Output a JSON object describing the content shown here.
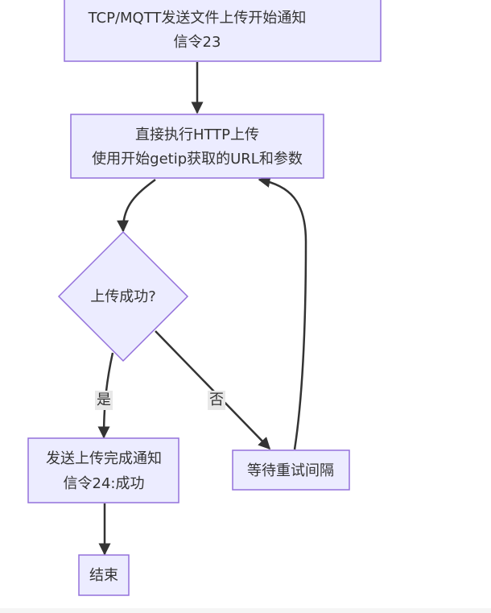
{
  "diagram": {
    "type": "flowchart",
    "colors": {
      "node_fill": "#ECECFF",
      "node_stroke": "#9370DB",
      "edge": "#333333",
      "text": "#333333",
      "edge_label_bg": "#e8e8e8"
    },
    "nodes": {
      "notify_start": {
        "line1": "TCP/MQTT发送文件上传开始通知",
        "line2": "信令23"
      },
      "http_upload": {
        "line1": "直接执行HTTP上传",
        "line2": "使用开始getip获取的URL和参数"
      },
      "decision": {
        "label": "上传成功?"
      },
      "notify_done": {
        "line1": "发送上传完成通知",
        "line2": "信令24:成功"
      },
      "wait_retry": {
        "label": "等待重试间隔"
      },
      "end": {
        "label": "结束"
      }
    },
    "edges": [
      {
        "from": "notify_start",
        "to": "http_upload",
        "label": ""
      },
      {
        "from": "http_upload",
        "to": "decision",
        "label": ""
      },
      {
        "from": "decision",
        "to": "notify_done",
        "label": "是"
      },
      {
        "from": "decision",
        "to": "wait_retry",
        "label": "否"
      },
      {
        "from": "wait_retry",
        "to": "http_upload",
        "label": ""
      },
      {
        "from": "notify_done",
        "to": "end",
        "label": ""
      }
    ],
    "edge_labels": {
      "yes": "是",
      "no": "否"
    }
  }
}
